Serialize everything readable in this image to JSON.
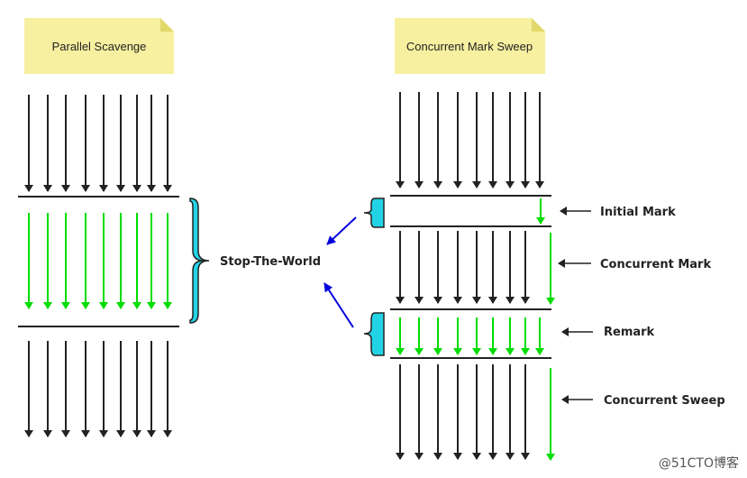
{
  "left_panel": {
    "title": "Parallel Scavenge",
    "note_color": "#f7f0a0",
    "pause_label": "Stop-The-World"
  },
  "right_panel": {
    "title": "Concurrent Mark Sweep",
    "phases": [
      {
        "label": "Initial Mark"
      },
      {
        "label": "Concurrent Mark"
      },
      {
        "label": "Remark"
      },
      {
        "label": "Concurrent Sweep"
      }
    ]
  },
  "colors": {
    "app_thread": "#222222",
    "gc_thread": "#00dd00",
    "brace": "#22d3e6",
    "pointer": "#0000dd"
  },
  "watermark": "@51CTO博客"
}
